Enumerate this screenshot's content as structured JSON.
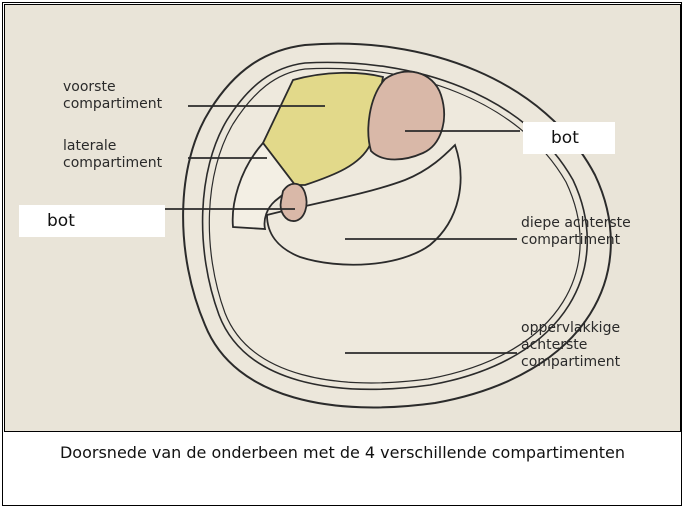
{
  "labels": {
    "anterior": "voorste\ncompartiment",
    "lateral": "laterale\ncompartiment",
    "deep_posterior": "diepe achterste\ncompartiment",
    "superficial_posterior": "oppervlakkige\nachterste\ncompartiment",
    "bone_right": "bot",
    "bone_left": "bot"
  },
  "caption": "Doorsnede van de onderbeen met de 4 verschillende compartimenten",
  "colors": {
    "background": "#e9e4d8",
    "anterior_fill": "#e2d98a",
    "bone_fill": "#d9b8a8",
    "compartment_fill": "#eee9dd",
    "line": "#2b2b2b"
  }
}
